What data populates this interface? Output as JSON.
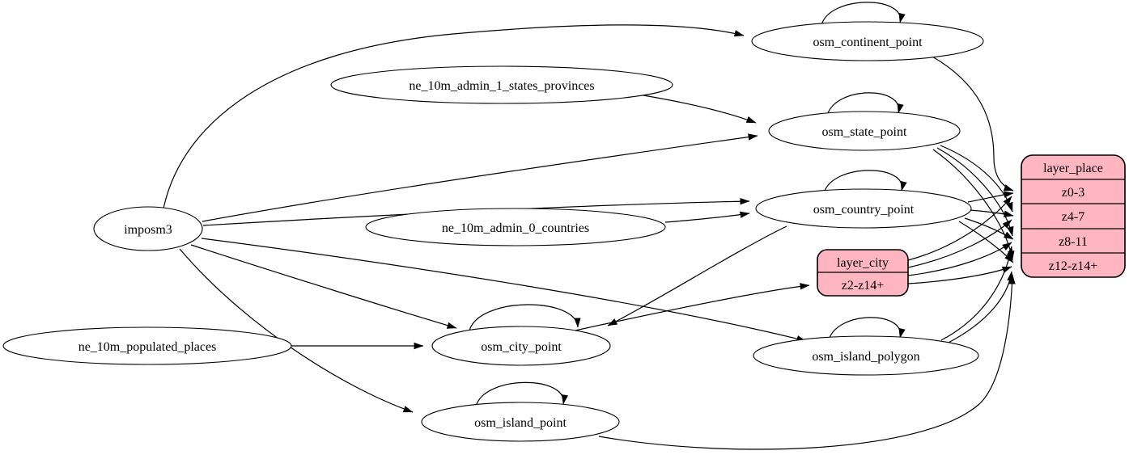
{
  "diagram": {
    "type": "etl-graph",
    "background_color": "#ffffff",
    "table_fill_color": "#ffb6c1",
    "edge_color": "#000000",
    "nodes": {
      "imposm3": {
        "label": "imposm3",
        "shape": "ellipse"
      },
      "ne_10m_admin_1_states_provinces": {
        "label": "ne_10m_admin_1_states_provinces",
        "shape": "ellipse"
      },
      "ne_10m_admin_0_countries": {
        "label": "ne_10m_admin_0_countries",
        "shape": "ellipse"
      },
      "ne_10m_populated_places": {
        "label": "ne_10m_populated_places",
        "shape": "ellipse"
      },
      "osm_continent_point": {
        "label": "osm_continent_point",
        "shape": "ellipse"
      },
      "osm_state_point": {
        "label": "osm_state_point",
        "shape": "ellipse"
      },
      "osm_country_point": {
        "label": "osm_country_point",
        "shape": "ellipse"
      },
      "osm_city_point": {
        "label": "osm_city_point",
        "shape": "ellipse"
      },
      "osm_island_polygon": {
        "label": "osm_island_polygon",
        "shape": "ellipse"
      },
      "osm_island_point": {
        "label": "osm_island_point",
        "shape": "ellipse"
      },
      "layer_city": {
        "label": "layer_city",
        "shape": "record",
        "rows": [
          "z2-z14+"
        ]
      },
      "layer_place": {
        "label": "layer_place",
        "shape": "record",
        "rows": [
          "z0-3",
          "z4-7",
          "z8-11",
          "z12-z14+"
        ]
      }
    },
    "edges": [
      {
        "from": "imposm3",
        "to": "osm_continent_point"
      },
      {
        "from": "imposm3",
        "to": "osm_state_point"
      },
      {
        "from": "imposm3",
        "to": "osm_country_point"
      },
      {
        "from": "imposm3",
        "to": "osm_city_point"
      },
      {
        "from": "imposm3",
        "to": "osm_island_polygon"
      },
      {
        "from": "imposm3",
        "to": "osm_island_point"
      },
      {
        "from": "ne_10m_admin_1_states_provinces",
        "to": "osm_state_point"
      },
      {
        "from": "ne_10m_admin_0_countries",
        "to": "osm_country_point"
      },
      {
        "from": "ne_10m_populated_places",
        "to": "osm_city_point"
      },
      {
        "from": "osm_continent_point",
        "to": "osm_continent_point",
        "self_loop": true
      },
      {
        "from": "osm_state_point",
        "to": "osm_state_point",
        "self_loop": true
      },
      {
        "from": "osm_country_point",
        "to": "osm_country_point",
        "self_loop": true
      },
      {
        "from": "osm_city_point",
        "to": "osm_city_point",
        "self_loop": true
      },
      {
        "from": "osm_island_polygon",
        "to": "osm_island_polygon",
        "self_loop": true
      },
      {
        "from": "osm_island_point",
        "to": "osm_island_point",
        "self_loop": true
      },
      {
        "from": "osm_country_point",
        "to": "osm_city_point"
      },
      {
        "from": "osm_city_point",
        "to": "layer_city",
        "to_port": "z2-z14+"
      },
      {
        "from": "osm_continent_point",
        "to": "layer_place",
        "to_port": "z0-3"
      },
      {
        "from": "osm_country_point",
        "to": "layer_place",
        "to_port": "z0-3"
      },
      {
        "from": "osm_country_point",
        "to": "layer_place",
        "to_port": "z4-7"
      },
      {
        "from": "osm_country_point",
        "to": "layer_place",
        "to_port": "z8-11"
      },
      {
        "from": "osm_country_point",
        "to": "layer_place",
        "to_port": "z12-z14+"
      },
      {
        "from": "osm_state_point",
        "to": "layer_place",
        "to_port": "z4-7"
      },
      {
        "from": "osm_state_point",
        "to": "layer_place",
        "to_port": "z8-11"
      },
      {
        "from": "osm_state_point",
        "to": "layer_place",
        "to_port": "z12-z14+"
      },
      {
        "from": "layer_city",
        "to": "layer_place",
        "to_port": "z0-3"
      },
      {
        "from": "layer_city",
        "to": "layer_place",
        "to_port": "z4-7"
      },
      {
        "from": "layer_city",
        "to": "layer_place",
        "to_port": "z8-11"
      },
      {
        "from": "layer_city",
        "to": "layer_place",
        "to_port": "z12-z14+"
      },
      {
        "from": "osm_island_polygon",
        "to": "layer_place",
        "to_port": "z8-11"
      },
      {
        "from": "osm_island_polygon",
        "to": "layer_place",
        "to_port": "z12-z14+"
      },
      {
        "from": "osm_island_point",
        "to": "layer_place",
        "to_port": "z12-z14+"
      }
    ]
  }
}
